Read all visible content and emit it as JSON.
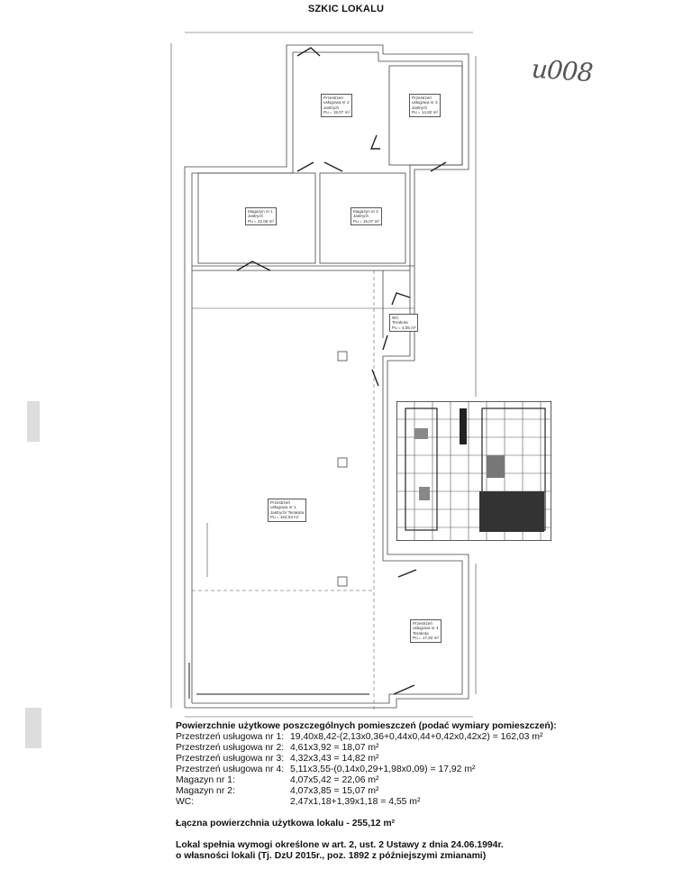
{
  "document": {
    "title": "SZKIC LOKALU",
    "handwritten_note": "u008"
  },
  "rooms": [
    {
      "name": "Przestrzeń usługowa nr 2",
      "line1": "Przestrzeń",
      "line2": "usługowa nr 2",
      "line3": "Jastrych",
      "area": "Pu = 18,07 m²"
    },
    {
      "name": "Przestrzeń usługowa nr 3",
      "line1": "Przestrzeń",
      "line2": "usługowa nr 3",
      "line3": "Jastrych",
      "area": "Pu = 14,82 m²"
    },
    {
      "name": "Magazyn nr 1",
      "line1": "Magazyn nr 1",
      "line2": "Jastrych",
      "area": "Pu = 22,06 m²"
    },
    {
      "name": "Magazyn nr 2",
      "line1": "Magazyn nr 2",
      "line2": "Jastrych",
      "area": "Pu = 15,07 m²"
    },
    {
      "name": "WC",
      "line1": "WC",
      "line2": "Terakota",
      "area": "Pu = 4,55 m²"
    },
    {
      "name": "Przestrzeń usługowa nr 1",
      "line1": "Przestrzeń",
      "line2": "usługowa nr 1",
      "line3": "Jastrych/ Terakota",
      "area": "Pu = 162,03 m²"
    },
    {
      "name": "Przestrzeń usługowa nr 4",
      "line1": "Przestrzeń",
      "line2": "usługowa nr 4",
      "line3": "Terakota",
      "area": "Pu = 17,92 m²"
    }
  ],
  "areas": {
    "heading": "Powierzchnie użytkowe poszczególnych pomieszczeń (podać wymiary pomieszczeń):",
    "rows": [
      {
        "label": "Przestrzeń usługowa nr 1:",
        "value": "19,40x8,42-(2,13x0,36+0,44x0,44+0,42x0,42x2) = 162,03 m²"
      },
      {
        "label": "Przestrzeń usługowa nr 2:",
        "value": "4,61x3,92 = 18,07 m²"
      },
      {
        "label": "Przestrzeń usługowa nr 3:",
        "value": "4,32x3,43 = 14,82 m²"
      },
      {
        "label": "Przestrzeń usługowa nr 4:",
        "value": "5,11x3,55-(0,14x0,29+1,98x0,09) = 17,92 m²"
      },
      {
        "label": "Magazyn nr 1:",
        "value": "4,07x5,42 = 22,06 m²"
      },
      {
        "label": "Magazyn nr 2:",
        "value": "4,07x3,85 = 15,07 m²"
      },
      {
        "label": "WC:",
        "value": "2,47x1,18+1,39x1,18 = 4,55 m²"
      }
    ],
    "total": "Łączna powierzchnia użytkowa lokalu - 255,12 m²",
    "note_line1": "Lokal spełnia wymogi określone w art. 2, ust. 2 Ustawy z dnia 24.06.1994r.",
    "note_line2": "o własności lokali (Tj. DzU 2015r., poz. 1892 z późniejszymi zmianami)"
  }
}
